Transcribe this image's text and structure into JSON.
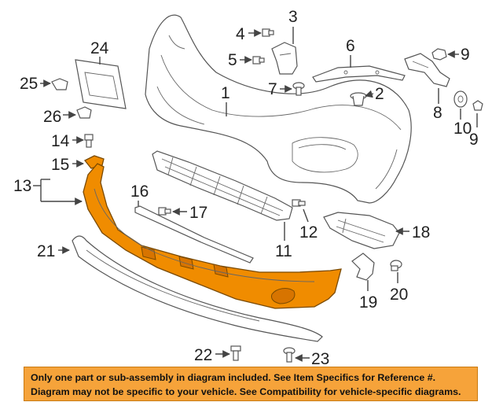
{
  "callouts": {
    "c1": "1",
    "c2": "2",
    "c3": "3",
    "c4": "4",
    "c5": "5",
    "c6": "6",
    "c7": "7",
    "c8": "8",
    "c9a": "9",
    "c9b": "9",
    "c10": "10",
    "c11": "11",
    "c12": "12",
    "c13": "13",
    "c14": "14",
    "c15": "15",
    "c16": "16",
    "c17": "17",
    "c18": "18",
    "c19": "19",
    "c20": "20",
    "c21": "21",
    "c22": "22",
    "c23": "23",
    "c24": "24",
    "c25": "25",
    "c26": "26"
  },
  "disclaimer": {
    "line1": "Only one part or sub-assembly in diagram included. See Item Specifics for Reference #.",
    "line2": "Diagram may not be specific to your vehicle. See Compatibility for vehicle-specific diagrams."
  },
  "colors": {
    "highlight": "#f08c00",
    "banner": "#f6a33a",
    "line": "#444444"
  }
}
